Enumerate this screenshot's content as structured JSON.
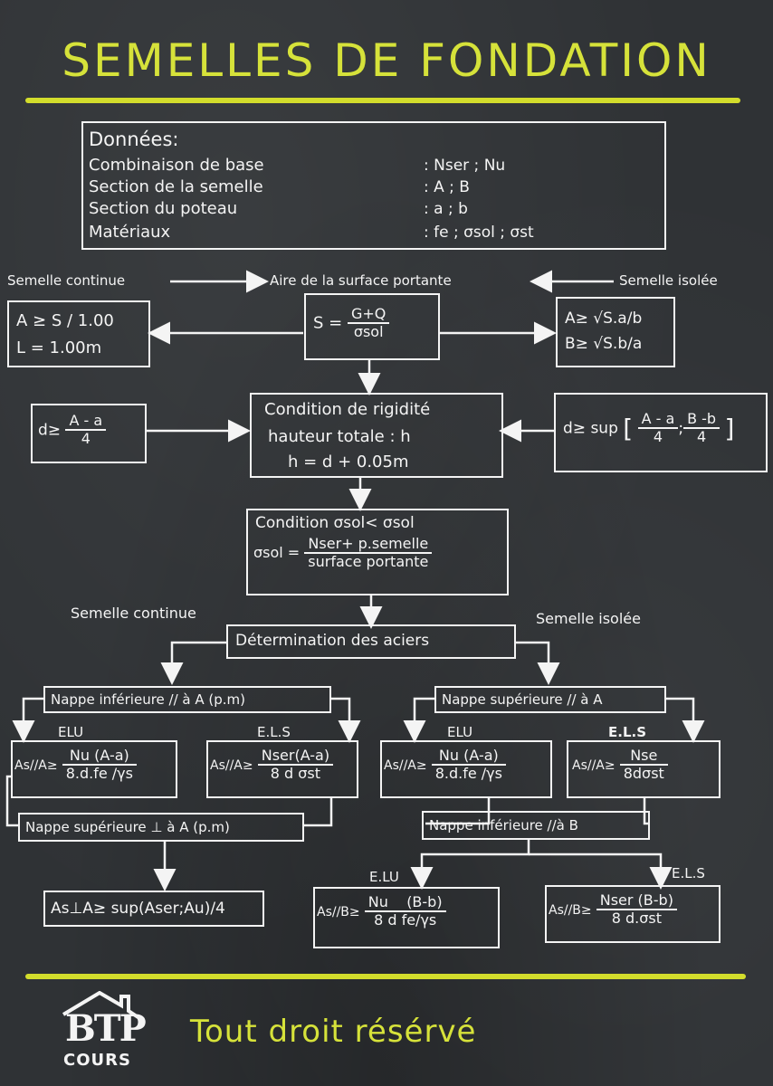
{
  "title": "SEMELLES DE FONDATION",
  "donnees": {
    "heading": "Données:",
    "rows": [
      {
        "label": "Combinaison de base",
        "value": ": Nser ; Nu"
      },
      {
        "label": "Section de la semelle",
        "value": ": A ; B"
      },
      {
        "label": "Section du poteau",
        "value": ": a ; b"
      },
      {
        "label": "Matériaux",
        "value": ": fe ; σsol ; σst"
      }
    ]
  },
  "labels": {
    "semelle_continue": "Semelle continue",
    "aire": "Aire de la surface portante",
    "semelle_isolee": "Semelle isolée"
  },
  "continue_box": {
    "line1": "A ≥ S / 1.00",
    "line2": "L = 1.00m"
  },
  "aire_box": {
    "lhs": "S =",
    "num": "G+Q",
    "den": "σsol"
  },
  "isolee_box": {
    "line1": "A≥ √S.a/b",
    "line2": "B≥ √S.b/a"
  },
  "rigidite": {
    "line1": "Condition de rigidité",
    "line2": "hauteur totale : h",
    "line3": "h = d + 0.05m"
  },
  "d_left": {
    "lhs": "d≥",
    "num": "A - a",
    "den": "4"
  },
  "d_right": {
    "lhs": "d≥ sup",
    "num1": "A - a",
    "den1": "4",
    "num2": "B -b",
    "den2": "4"
  },
  "condition_sol": {
    "line1": "Condition σsol< σsol",
    "lhs": "σsol =",
    "num": "Nser+ p.semelle",
    "den": "surface portante"
  },
  "determination": "Détermination des aciers",
  "labels2": {
    "continue": "Semelle continue",
    "isolee": "Semelle isolée"
  },
  "left_branch": {
    "nappe_inf": "Nappe inférieure // à A (p.m)",
    "elu": "ELU",
    "els": "E.L.S",
    "elu_lhs": "As//A≥",
    "elu_num": "Nu (A-a)",
    "elu_den": "8.d.fe /γs",
    "els_lhs": "As//A≥",
    "els_num": "Nser(A-a)",
    "els_den": "8 d σst",
    "nappe_sup": "Nappe supérieure ⊥ à A (p.m)",
    "perp": "As⊥A≥ sup(Aser;Au)/4"
  },
  "right_branch": {
    "nappe_sup": "Nappe supérieure // à A",
    "elu": "ELU",
    "els": "E.L.S",
    "elu_lhs": "As//A≥",
    "elu_num": "Nu (A-a)",
    "elu_den": "8.d.fe /γs",
    "els_lhs": "As//A≥",
    "els_num": "Nse",
    "els_den": "8dσst",
    "nappe_inf": "Nappe inférieure //à B",
    "elu2": "E.LU",
    "els2": "E.L.S",
    "b_elu_lhs": "As//B≥",
    "b_elu_num": "Nu    (B-b)",
    "b_elu_den": "8 d fe/γs",
    "b_els_lhs": "As//B≥",
    "b_els_num": "Nser (B-b)",
    "b_els_den": "8 d.σst"
  },
  "footer": {
    "text": "Tout droit résérvé",
    "logo_top": "BTP",
    "logo_bottom": "COURS"
  },
  "colors": {
    "chalk_yellow": "#d6e23a",
    "board": "#2f3235",
    "chalk_white": "#f4f4f4"
  }
}
